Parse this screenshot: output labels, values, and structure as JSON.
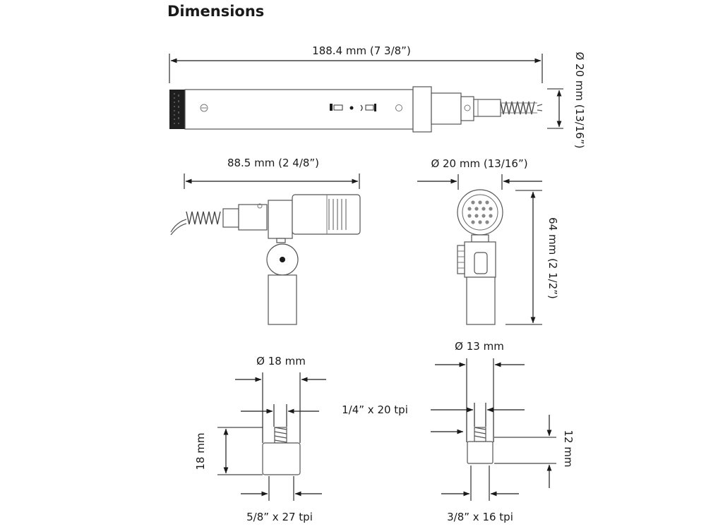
{
  "title": "Dimensions",
  "labels": {
    "overall_length": "188.4 mm (7 3/8”)",
    "body_diameter": "Ø 20 mm (13/16”)",
    "clip_length": "88.5 mm (2 4/8”)",
    "front_diameter": "Ø 20 mm (13/16”)",
    "front_height": "64 mm (2 1/2”)",
    "adapter_large_diameter": "Ø 18 mm",
    "thread_quarter": "1/4” x 20 tpi",
    "adapter_large_height": "18 mm",
    "thread_five_eighths": "5/8” x 27 tpi",
    "adapter_small_diameter": "Ø 13 mm",
    "adapter_small_height": "12 mm",
    "thread_three_eighths": "3/8” x 16 tpi"
  }
}
